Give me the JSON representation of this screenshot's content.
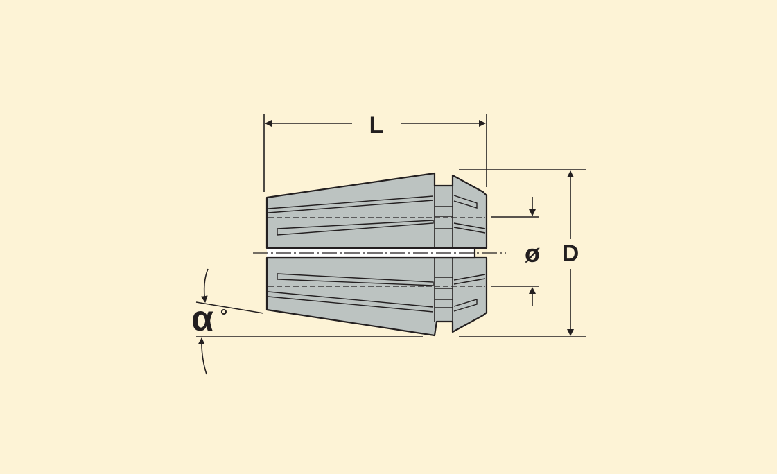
{
  "colors": {
    "background": "#fdf3d6",
    "body_fill": "#bcc3c1",
    "stroke": "#231f20",
    "slot_fill": "#ffffff"
  },
  "labels": {
    "length": "L",
    "bore_diameter": "ø",
    "outer_diameter": "D",
    "angle": "α",
    "degree": "°"
  }
}
